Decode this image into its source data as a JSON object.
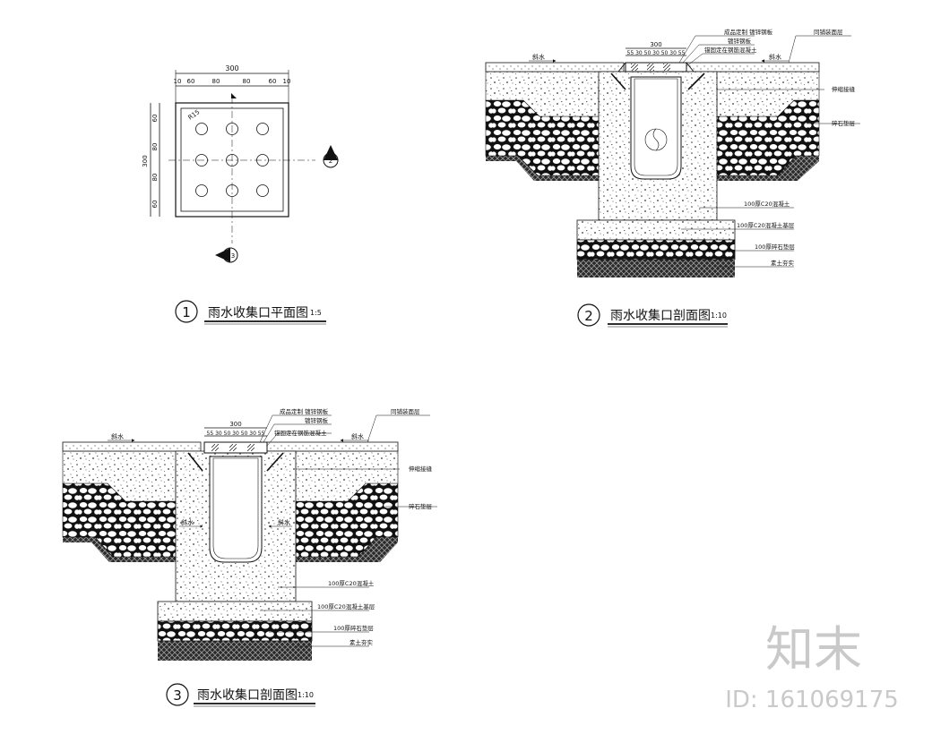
{
  "plan": {
    "overall_dim": "300",
    "seg_dims": [
      "10",
      "60",
      "80",
      "80",
      "60",
      "10"
    ],
    "side_dims": [
      "60",
      "80",
      "80",
      "60"
    ],
    "side_total": "300",
    "radius_label": "R15",
    "section_marker": "2",
    "section_marker_b": "3",
    "caption_num": "1",
    "caption": "雨水收集口平面图",
    "scale": "1:5"
  },
  "section2": {
    "dim": "300",
    "sub_dims": "55 30 50 30 50 30 55",
    "slope_left": "斜水",
    "slope_right": "斜水",
    "labels": {
      "product": "成品定制 镀锌钢板",
      "plate": "镀锌钢板",
      "anchor": "锚固定在钢筋混凝土",
      "surface": "同铺装面层",
      "joint": "伸缩接缝",
      "gravel": "碎石垫层",
      "concrete": "100厚C20混凝土",
      "base": "100厚C20混凝土基层",
      "gravel_base": "100厚碎石垫层",
      "soil": "素土夯实"
    },
    "caption_num": "2",
    "caption": "雨水收集口剖面图",
    "scale": "1:10"
  },
  "section3": {
    "dim": "300",
    "sub_dims": "55 30 50 30 50 30 55",
    "slope_left": "斜水",
    "slope_right": "斜水",
    "inner_left": "斜水",
    "inner_right": "斜水",
    "labels": {
      "product": "成品定制 镀锌钢板",
      "plate": "镀锌钢板",
      "anchor": "锚固定在钢筋混凝土",
      "surface": "同铺装面层",
      "joint": "伸缩接缝",
      "gravel": "碎石垫层",
      "concrete": "100厚C20混凝土",
      "base": "100厚C20混凝土基层",
      "gravel_base": "100厚碎石垫层",
      "soil": "素土夯实"
    },
    "caption_num": "3",
    "caption": "雨水收集口剖面图",
    "scale": "1:10"
  },
  "watermark": {
    "logo": "知末",
    "id": "ID: 161069175"
  }
}
